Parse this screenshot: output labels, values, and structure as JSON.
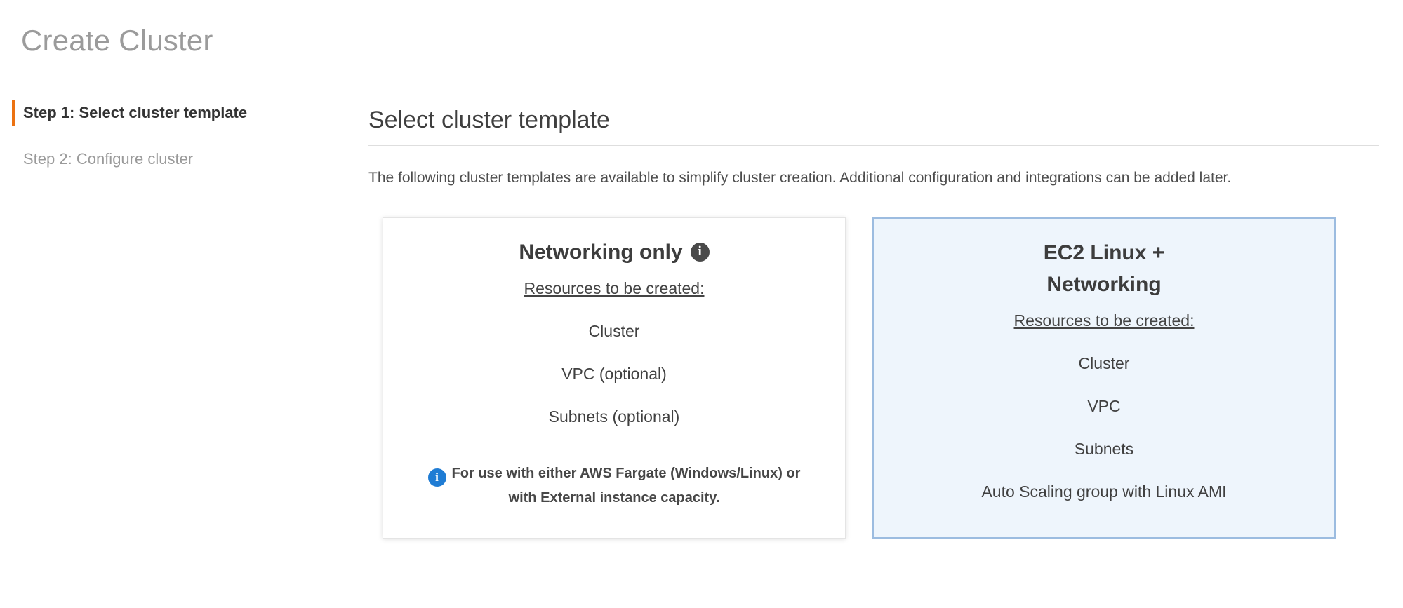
{
  "page": {
    "title": "Create Cluster"
  },
  "steps": [
    {
      "label": "Step 1: Select cluster template",
      "active": true
    },
    {
      "label": "Step 2: Configure cluster",
      "active": false
    }
  ],
  "main": {
    "heading": "Select cluster template",
    "description": "The following cluster templates are available to simplify cluster creation. Additional configuration and integrations can be added later."
  },
  "cards": [
    {
      "title": "Networking only",
      "title_icon": "info-icon",
      "resources_label": "Resources to be created:",
      "resources": [
        "Cluster",
        "VPC (optional)",
        "Subnets (optional)"
      ],
      "note_icon": "info-icon",
      "note": "For use with either AWS Fargate (Windows/Linux) or with External instance capacity.",
      "selected": false
    },
    {
      "title": "EC2 Linux + Networking",
      "resources_label": "Resources to be created:",
      "resources": [
        "Cluster",
        "VPC",
        "Subnets",
        "Auto Scaling group with Linux AMI"
      ],
      "selected": true
    }
  ],
  "colors": {
    "step_accent_orange": "#ec7211",
    "selected_card_bg": "#eef5fc",
    "selected_card_border": "#9cbce0",
    "info_icon_blue": "#1f7cd4",
    "info_icon_dark": "#4a4a4a",
    "title_gray": "#9b9b9b"
  },
  "icons": {
    "info_glyph": "i"
  }
}
